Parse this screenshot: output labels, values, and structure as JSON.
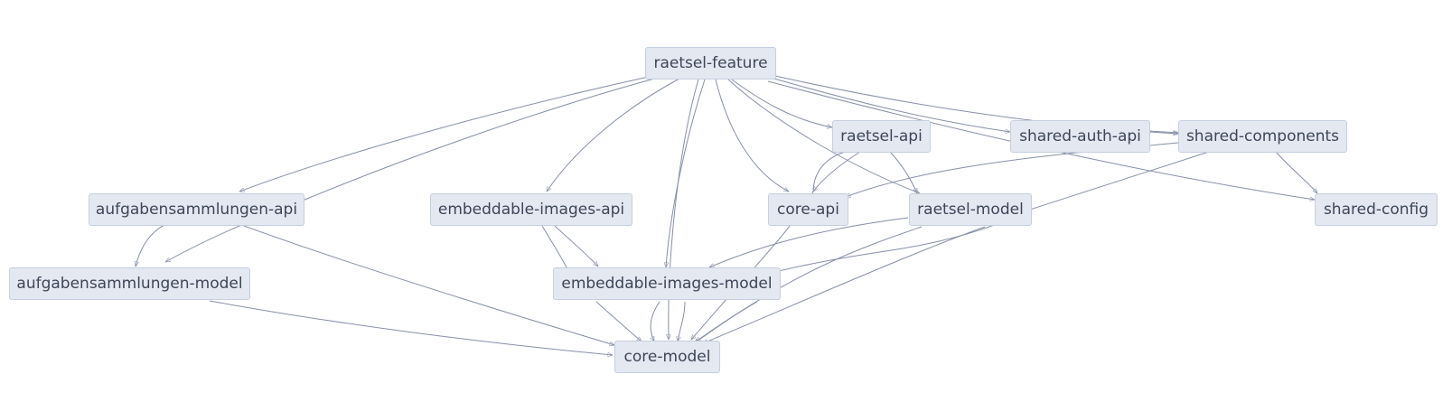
{
  "colors": {
    "node_fill": "#e3e8f1",
    "node_border": "#c5cfdf",
    "edge": "#8690a6",
    "text": "#3e4658"
  },
  "nodes": [
    {
      "id": "raetsel-feature",
      "label": "raetsel-feature"
    },
    {
      "id": "raetsel-api",
      "label": "raetsel-api"
    },
    {
      "id": "shared-auth-api",
      "label": "shared-auth-api"
    },
    {
      "id": "shared-components",
      "label": "shared-components"
    },
    {
      "id": "aufgabensammlungen-api",
      "label": "aufgabensammlungen-api"
    },
    {
      "id": "embeddable-images-api",
      "label": "embeddable-images-api"
    },
    {
      "id": "core-api",
      "label": "core-api"
    },
    {
      "id": "raetsel-model",
      "label": "raetsel-model"
    },
    {
      "id": "shared-config",
      "label": "shared-config"
    },
    {
      "id": "aufgabensammlungen-model",
      "label": "aufgabensammlungen-model"
    },
    {
      "id": "embeddable-images-model",
      "label": "embeddable-images-model"
    },
    {
      "id": "core-model",
      "label": "core-model"
    }
  ],
  "edges": [
    {
      "from": "raetsel-feature",
      "to": "aufgabensammlungen-api"
    },
    {
      "from": "raetsel-feature",
      "to": "aufgabensammlungen-model"
    },
    {
      "from": "raetsel-feature",
      "to": "embeddable-images-api"
    },
    {
      "from": "raetsel-feature",
      "to": "embeddable-images-model"
    },
    {
      "from": "raetsel-feature",
      "to": "core-model"
    },
    {
      "from": "raetsel-feature",
      "to": "core-api"
    },
    {
      "from": "raetsel-feature",
      "to": "raetsel-api"
    },
    {
      "from": "raetsel-feature",
      "to": "raetsel-model"
    },
    {
      "from": "raetsel-feature",
      "to": "shared-auth-api"
    },
    {
      "from": "raetsel-feature",
      "to": "shared-components"
    },
    {
      "from": "raetsel-feature",
      "to": "shared-config"
    },
    {
      "from": "raetsel-api",
      "to": "core-api"
    },
    {
      "from": "raetsel-api",
      "to": "core-model"
    },
    {
      "from": "raetsel-api",
      "to": "raetsel-model"
    },
    {
      "from": "shared-auth-api",
      "to": "shared-components"
    },
    {
      "from": "shared-components",
      "to": "core-api"
    },
    {
      "from": "shared-components",
      "to": "shared-config"
    },
    {
      "from": "shared-components",
      "to": "embeddable-images-model"
    },
    {
      "from": "aufgabensammlungen-api",
      "to": "aufgabensammlungen-model"
    },
    {
      "from": "aufgabensammlungen-api",
      "to": "core-model"
    },
    {
      "from": "embeddable-images-api",
      "to": "embeddable-images-model"
    },
    {
      "from": "embeddable-images-api",
      "to": "core-model"
    },
    {
      "from": "raetsel-model",
      "to": "embeddable-images-model"
    },
    {
      "from": "raetsel-model",
      "to": "core-model"
    },
    {
      "from": "aufgabensammlungen-model",
      "to": "core-model"
    },
    {
      "from": "embeddable-images-model",
      "to": "core-model"
    }
  ]
}
